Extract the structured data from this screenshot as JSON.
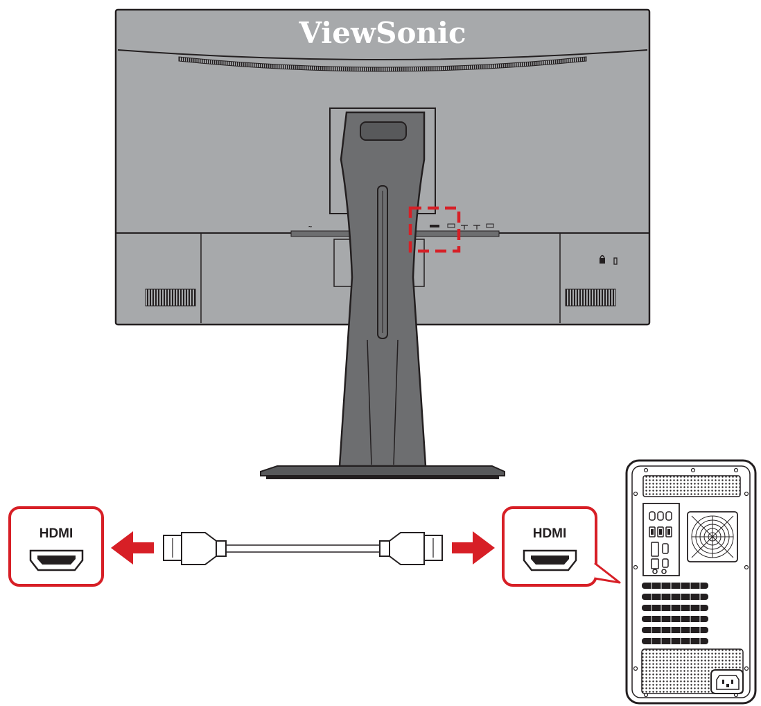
{
  "monitor": {
    "brand": "ViewSonic",
    "port_labels": [
      "HDMI"
    ]
  },
  "left_callout": {
    "label": "HDMI",
    "icon": "hdmi-port-icon"
  },
  "right_callout": {
    "label": "HDMI",
    "icon": "hdmi-port-icon"
  },
  "cable": {
    "icon": "hdmi-cable-icon"
  },
  "colors": {
    "accent": "#d71f26",
    "monitor_body": "#a7a9ab",
    "stand": "#6d6e70",
    "outline": "#231f20"
  }
}
